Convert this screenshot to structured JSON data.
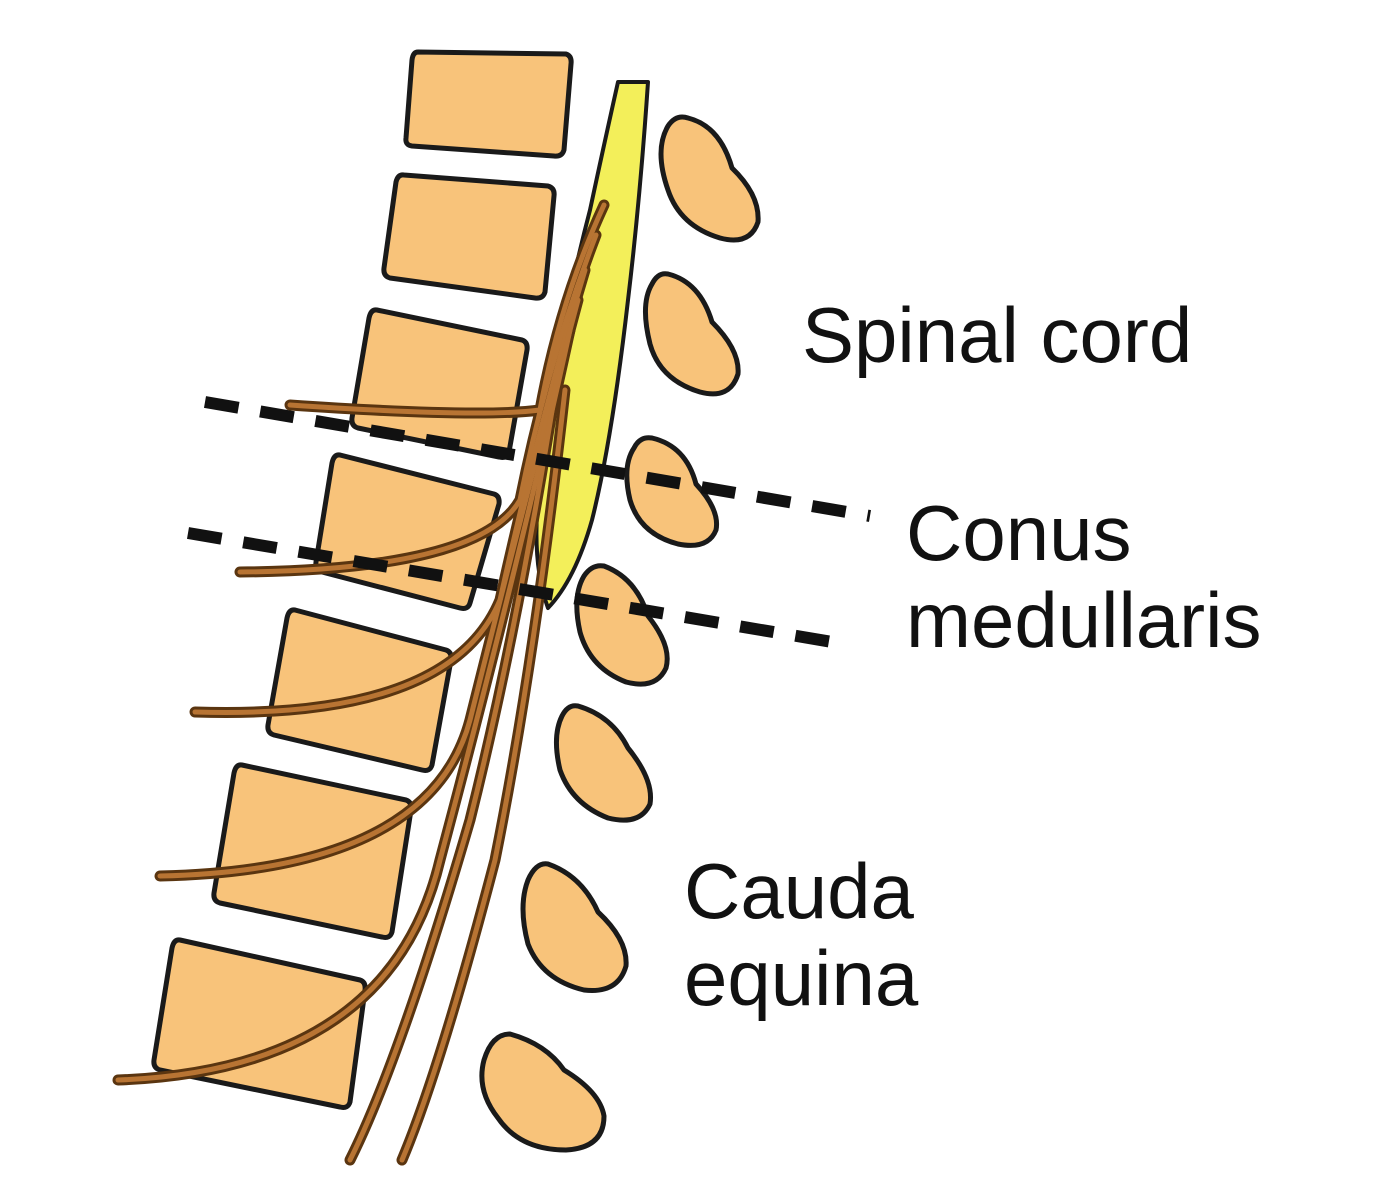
{
  "labels": {
    "spinal_cord": "Spinal cord",
    "conus_line1": "Conus",
    "conus_line2": "medullaris",
    "cauda_line1": "Cauda",
    "cauda_line2": "equina"
  },
  "colors": {
    "bone_fill": "#f8c37a",
    "bone_stroke": "#1a1a1a",
    "cord_fill": "#f3ef5a",
    "nerve": "#9a5a22",
    "nerve_dark": "#5a3510",
    "marker_line": "#111111",
    "text": "#111111"
  }
}
